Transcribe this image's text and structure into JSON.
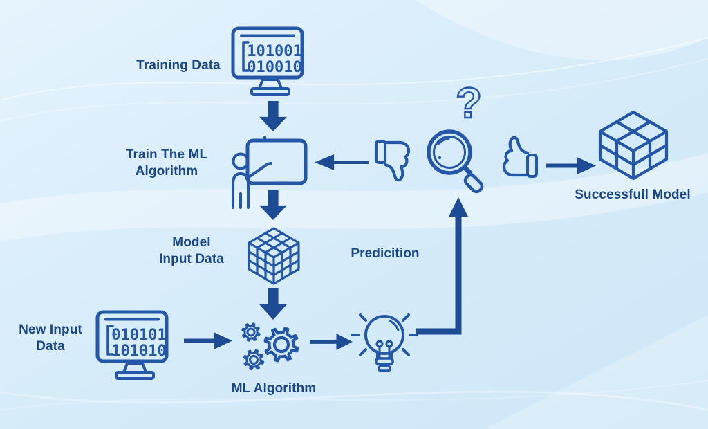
{
  "palette": {
    "icon_blue": "#2457a8",
    "text_blue": "#1a4787",
    "arrow_blue": "#1d4b94",
    "bg_light": "#e6f4fd",
    "bg_deep": "#cde7f7"
  },
  "diagram": {
    "training_data": {
      "label": "Training Data",
      "screen": [
        "101001",
        "010010"
      ]
    },
    "train_ml": {
      "label": [
        "Train The ML",
        "Algorithm"
      ]
    },
    "model_input": {
      "label": [
        "Model",
        "Input Data"
      ]
    },
    "new_input": {
      "label": [
        "New Input",
        "Data"
      ],
      "screen": [
        "010101",
        "101010"
      ]
    },
    "ml_algorithm": {
      "label": "ML Algorithm"
    },
    "prediction": {
      "label": "Predicition"
    },
    "successful_model": {
      "label": "Successfull Model"
    },
    "question_mark": "?"
  }
}
